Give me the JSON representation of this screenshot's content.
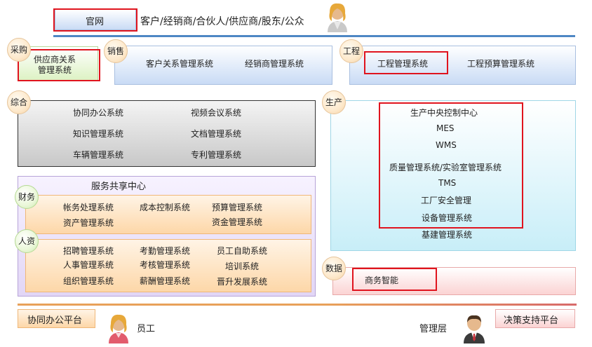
{
  "top": {
    "website_label": "官网",
    "audience_text": "客户/经销商/合伙人/供应商/股东/公众"
  },
  "procurement": {
    "circle_label": "采购",
    "item": "供应商关系\n管理系统"
  },
  "sales": {
    "circle_label": "销售",
    "items": [
      "客户关系管理系统",
      "经销商管理系统"
    ]
  },
  "engineering": {
    "circle_label": "工程",
    "items": [
      "工程管理系统",
      "工程预算管理系统"
    ]
  },
  "general": {
    "circle_label": "综合",
    "items": [
      "协同办公系统",
      "视频会议系统",
      "知识管理系统",
      "文档管理系统",
      "车辆管理系统",
      "专利管理系统"
    ]
  },
  "production": {
    "circle_label": "生产",
    "items": [
      "生产中央控制中心",
      "MES",
      "WMS",
      "质量管理系统/实验室管理系统",
      "TMS",
      "工厂安全管理",
      "设备管理系统",
      "基建管理系统"
    ]
  },
  "shared_services": {
    "title": "服务共享中心",
    "finance": {
      "circle_label": "财务",
      "items": [
        "帐务处理系统",
        "成本控制系统",
        "预算管理系统",
        "资产管理系统",
        "资金管理系统"
      ]
    },
    "hr": {
      "circle_label": "人资",
      "items": [
        "招聘管理系统",
        "考勤管理系统",
        "员工自助系统",
        "人事管理系统",
        "考核管理系统",
        "培训系统",
        "组织管理系统",
        "薪酬管理系统",
        "晋升发展系统"
      ]
    }
  },
  "data": {
    "circle_label": "数据",
    "item": "商务智能"
  },
  "bottom": {
    "collab_platform": "协同办公平台",
    "employee_label": "员工",
    "management_label": "管理层",
    "decision_platform": "决策支持平台"
  },
  "colors": {
    "highlight_red": "#e0141e",
    "line_blue": "#4e87c4",
    "line_orange": "#e8a15a"
  }
}
